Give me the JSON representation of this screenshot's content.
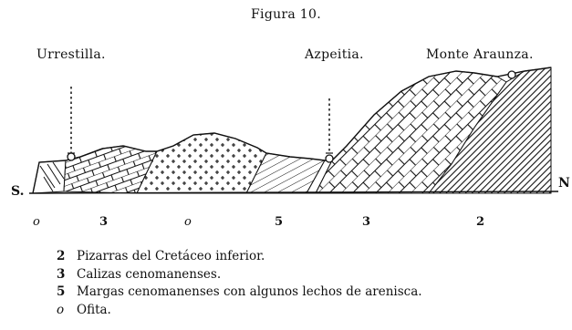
{
  "figure": {
    "title": "Figura 10.",
    "places": {
      "left": "Urrestilla.",
      "middle": "Azpeitia.",
      "right": "Monte Araunza."
    },
    "directions": {
      "left": "S.",
      "right": "N"
    },
    "section_units": [
      "o",
      "3",
      "o",
      "5",
      "3",
      "2"
    ],
    "legend": [
      {
        "code": "2",
        "text": "Pizarras del Cretáceo inferior."
      },
      {
        "code": "3",
        "text": "Calizas cenomanenses."
      },
      {
        "code": "5",
        "text": "Margas cenomanenses con algunos lechos de arenisca."
      },
      {
        "code": "o",
        "text": "Ofita."
      }
    ]
  }
}
